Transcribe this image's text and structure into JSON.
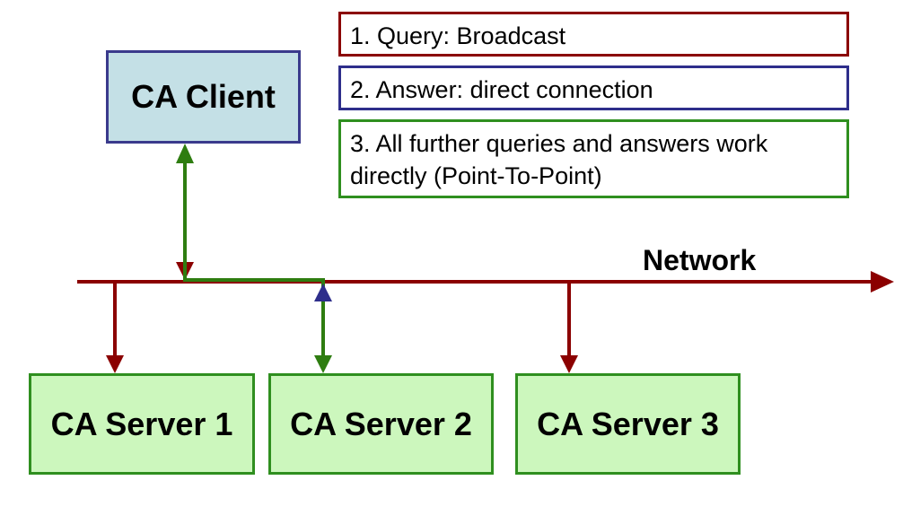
{
  "legend": {
    "step1": "1. Query: Broadcast",
    "step2": "2. Answer: direct connection",
    "step3_line1": "3. All further queries and answers work",
    "step3_line2": "directly (Point-To-Point)"
  },
  "client": {
    "label": "CA Client"
  },
  "network": {
    "label": "Network"
  },
  "servers": [
    {
      "label": "CA Server 1"
    },
    {
      "label": "CA Server 2"
    },
    {
      "label": "CA Server 3"
    }
  ],
  "colors": {
    "broadcast": "#8b0000",
    "answer": "#2e2e8b",
    "p2p": "#2e7d10",
    "client_fill": "#c4e0e6",
    "client_border": "#3a3a8c",
    "server_fill": "#ccf7bd",
    "server_border": "#2f8f1f"
  }
}
